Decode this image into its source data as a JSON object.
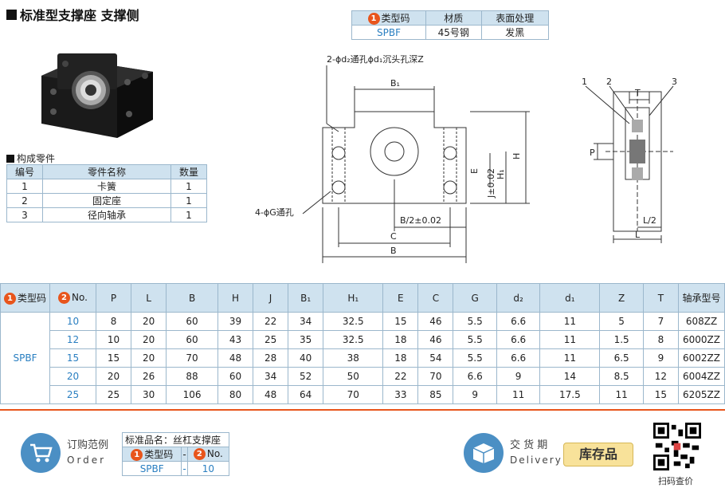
{
  "title": "标准型支撑座 支撑侧",
  "top_table": {
    "headers": [
      "类型码",
      "材质",
      "表面处理"
    ],
    "header_badge": "1",
    "row": [
      "SPBF",
      "45号钢",
      "发黑"
    ]
  },
  "parts": {
    "title": "构成零件",
    "headers": [
      "编号",
      "零件名称",
      "数量"
    ],
    "rows": [
      [
        "1",
        "卡簧",
        "1"
      ],
      [
        "2",
        "固定座",
        "1"
      ],
      [
        "3",
        "径向轴承",
        "1"
      ]
    ]
  },
  "drawing": {
    "hole_label_top": "2-ϕd₂通孔ϕd₁沉头孔深Z",
    "hole_label_bottom": "4-ϕG通孔",
    "dims": {
      "B1": "B₁",
      "H": "H",
      "H1": "H₁",
      "E": "E",
      "J": "J±0.02",
      "B2": "B/2±0.02",
      "C": "C",
      "B": "B",
      "T": "T",
      "P": "P",
      "L2": "L/2",
      "L": "L"
    },
    "callouts": [
      "1",
      "2",
      "3"
    ]
  },
  "spec_table": {
    "headers": [
      "类型码",
      "No.",
      "P",
      "L",
      "B",
      "H",
      "J",
      "B₁",
      "H₁",
      "E",
      "C",
      "G",
      "d₂",
      "d₁",
      "Z",
      "T",
      "轴承型号"
    ],
    "badge1": "1",
    "badge2": "2",
    "type": "SPBF",
    "rows": [
      [
        "10",
        "8",
        "20",
        "60",
        "39",
        "22",
        "34",
        "32.5",
        "15",
        "46",
        "5.5",
        "6.6",
        "11",
        "5",
        "7",
        "608ZZ"
      ],
      [
        "12",
        "10",
        "20",
        "60",
        "43",
        "25",
        "35",
        "32.5",
        "18",
        "46",
        "5.5",
        "6.6",
        "11",
        "1.5",
        "8",
        "6000ZZ"
      ],
      [
        "15",
        "15",
        "20",
        "70",
        "48",
        "28",
        "40",
        "38",
        "18",
        "54",
        "5.5",
        "6.6",
        "11",
        "6.5",
        "9",
        "6002ZZ"
      ],
      [
        "20",
        "20",
        "26",
        "88",
        "60",
        "34",
        "52",
        "50",
        "22",
        "70",
        "6.6",
        "9",
        "14",
        "8.5",
        "12",
        "6004ZZ"
      ],
      [
        "25",
        "25",
        "30",
        "106",
        "80",
        "48",
        "64",
        "70",
        "33",
        "85",
        "9",
        "11",
        "17.5",
        "11",
        "15",
        "6205ZZ"
      ]
    ]
  },
  "order": {
    "label_cn": "订购范例",
    "label_en": "Order",
    "table_title": "标准品名：丝杠支撑座",
    "col1": "类型码",
    "col2": "No.",
    "dash": "-",
    "val1": "SPBF",
    "val2": "10"
  },
  "delivery": {
    "label_cn": "交 货 期",
    "label_en": "Delivery",
    "stock": "库存品"
  },
  "qr_label": "扫码查价",
  "colors": {
    "accent": "#e8551c",
    "header_bg": "#cfe2ef",
    "link_blue": "#2a7fc1"
  }
}
